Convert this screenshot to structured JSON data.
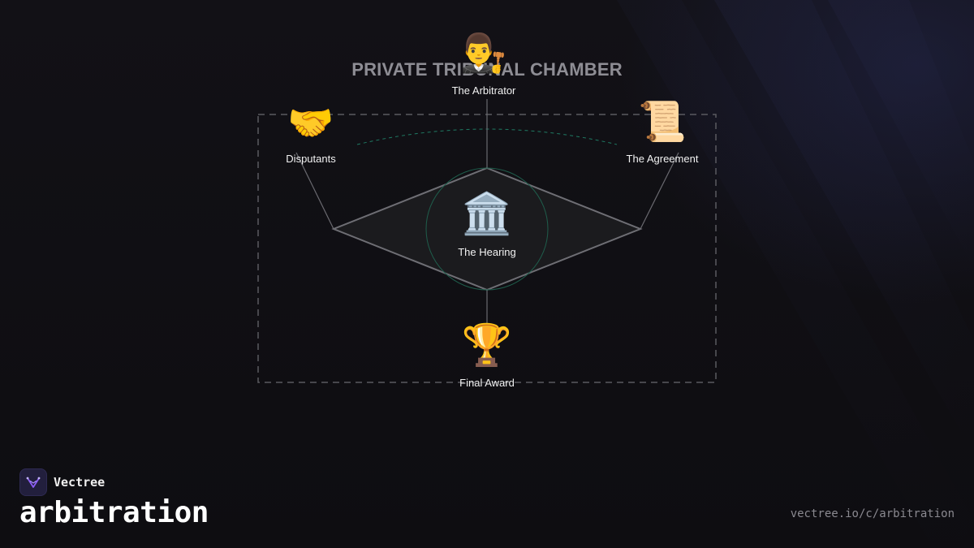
{
  "diagram": {
    "title": "PRIVATE TRIBUNAL CHAMBER",
    "nodes": {
      "arbitrator": {
        "emoji": "👨‍⚖️",
        "label": "The Arbitrator"
      },
      "disputants": {
        "emoji": "🤝",
        "label": "Disputants"
      },
      "agreement": {
        "emoji": "📜",
        "label": "The Agreement"
      },
      "hearing": {
        "emoji": "🏛️",
        "label": "The Hearing"
      },
      "award": {
        "emoji": "🏆",
        "label": "Final Award"
      }
    }
  },
  "footer": {
    "brand_name": "Vectree",
    "topic": "arbitration",
    "url": "vectree.io/c/arbitration"
  },
  "colors": {
    "background": "#0f0e12",
    "title": "#8e8d94",
    "frame": "#5a5a60",
    "accent_teal": "#1f7a63",
    "diamond_fill": "#1b1b1e",
    "brand_purple": "#8b5cf6"
  }
}
